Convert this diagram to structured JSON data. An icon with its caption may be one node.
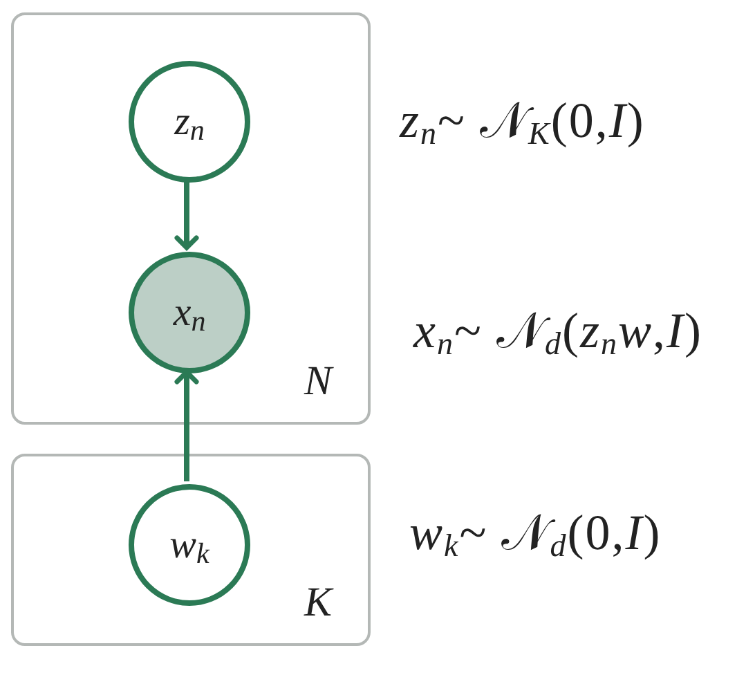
{
  "diagram": {
    "nodes": [
      {
        "text": [
          "N"
        ]
      },
      {
        "text": [
          "z$_{n}$"
        ],
        "in": 0
      },
      {
        "text": [
          "x$_{n}$"
        ],
        "in": 0
      },
      {
        "text": [
          "K"
        ]
      },
      {
        "text": [
          "w$_{k}$"
        ],
        "in": 3
      }
    ],
    "edges": [
      {
        "from": 1,
        "to": 2,
        "arrow": "to"
      },
      {
        "from": 4,
        "to": 2,
        "arrow": "to"
      }
    ],
    "labels": [
      "*z*$_{n}$~ 𝒩$_{K}$(0,*I*)",
      "*x*$_{n}$~ 𝒩$_{d}$(*z*$_{n}$*w*,*I*)",
      "*w*$_{k}$~ 𝒩$_{d}$(0,*I*)"
    ]
  }
}
